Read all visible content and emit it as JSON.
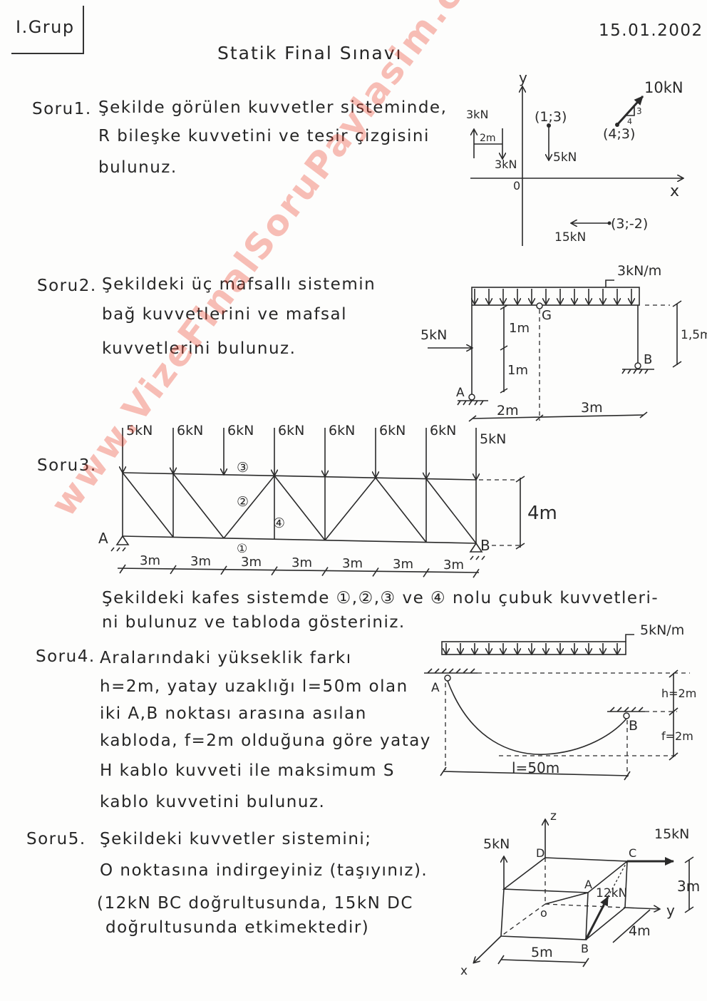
{
  "header": {
    "group": "I.Grup",
    "date": "15.01.2002",
    "title": "Statik Final Sınavı"
  },
  "watermark": "www.VizeFinalSoruPaylasim.com",
  "q1": {
    "label": "Soru1.",
    "lines": [
      "Şekilde görülen kuvvetler sisteminde,",
      "R bileşke kuvvetini ve tesir çizgisini",
      "bulunuz."
    ],
    "fig": {
      "y": "y",
      "x": "x",
      "origin": "0",
      "couple_up": "3kN",
      "couple_down": "3kN",
      "couple_arm": "2m",
      "p1": "(1;3)",
      "f1": "5kN",
      "p2": "(4;3)",
      "f2": "10kN",
      "slope_v": "3",
      "slope_h": "4",
      "p3": "(3;-2)",
      "f3": "15kN"
    }
  },
  "q2": {
    "label": "Soru2.",
    "lines": [
      "Şekildeki üç mafsallı sistemin",
      "bağ kuvvetlerini ve mafsal",
      "kuvvetlerini bulunuz."
    ],
    "fig": {
      "load": "3kN/m",
      "force": "5kN",
      "hinge": "G",
      "a": "A",
      "b": "B",
      "d1": "1m",
      "d2": "1m",
      "w1": "2m",
      "w2": "3m",
      "h": "1,5m"
    }
  },
  "q3": {
    "label": "Soru3.",
    "lines": [
      "Şekildeki kafes sistemde ①,②,③ ve ④ nolu çubuk kuvvetleri-",
      "ni bulunuz ve tabloda gösteriniz."
    ],
    "fig": {
      "loads": [
        "5kN",
        "6kN",
        "6kN",
        "6kN",
        "6kN",
        "6kN",
        "6kN",
        "5kN"
      ],
      "spans": [
        "3m",
        "3m",
        "3m",
        "3m",
        "3m",
        "3m",
        "3m"
      ],
      "height": "4m",
      "a": "A",
      "b": "B",
      "members": [
        "①",
        "②",
        "③",
        "④"
      ]
    }
  },
  "q4": {
    "label": "Soru4.",
    "lines": [
      "Aralarındaki yükseklik farkı",
      "h=2m, yatay uzaklığı l=50m olan",
      "iki A,B noktası arasına asılan",
      "kabloda, f=2m olduğuna göre yatay",
      "H kablo kuvveti ile maksimum S",
      "kablo kuvvetini bulunuz."
    ],
    "fig": {
      "load": "5kN/m",
      "a": "A",
      "b": "B",
      "h": "h=2m",
      "f": "f=2m",
      "l": "l=50m"
    }
  },
  "q5": {
    "label": "Soru5.",
    "lines": [
      "Şekildeki kuvvetler sistemini;",
      "O noktasına indirgeyiniz (taşıyınız).",
      "(12kN BC doğrultusunda, 15kN DC",
      "doğrultusunda etkimektedir)"
    ],
    "fig": {
      "z": "z",
      "y": "y",
      "x": "x",
      "o": "o",
      "a": "A",
      "b": "B",
      "c": "C",
      "d": "D",
      "f5": "5kN",
      "f15": "15kN",
      "f12": "12kN",
      "h": "3m",
      "w": "5m",
      "dpt": "4m"
    }
  }
}
